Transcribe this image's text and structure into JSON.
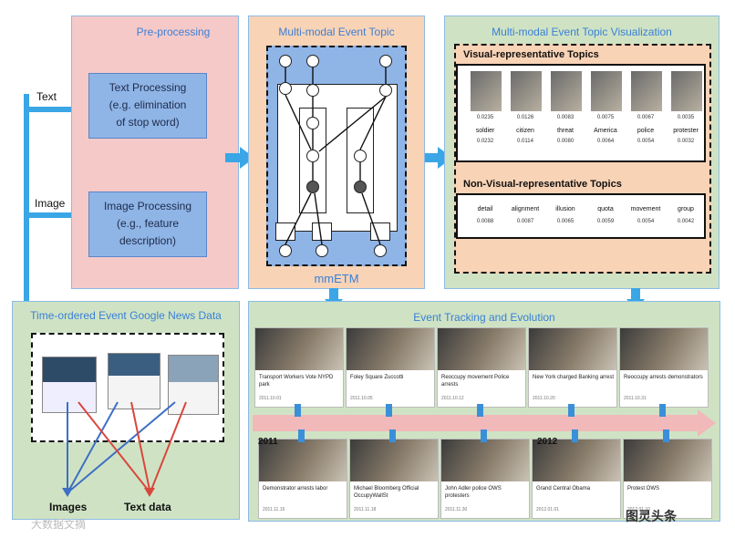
{
  "side_labels": {
    "text": "Text",
    "image": "Image"
  },
  "preprocessing": {
    "title": "Pre-processing",
    "text_box": [
      "Text Processing",
      "(e.g. elimination",
      "of stop word)"
    ],
    "image_box": [
      "Image Processing",
      "(e.g., feature",
      "description)"
    ]
  },
  "model": {
    "title": "Multi-modal Event Topic",
    "caption": "mmETM"
  },
  "visualization": {
    "title": "Multi-modal Event Topic Visualization",
    "visual_heading": "Visual-representative Topics",
    "visual_topics": [
      {
        "value": "0.0235",
        "word": "soldier",
        "value2": "0.0232"
      },
      {
        "value": "0.0126",
        "word": "citizen",
        "value2": "0.0114"
      },
      {
        "value": "0.0083",
        "word": "threat",
        "value2": "0.0080"
      },
      {
        "value": "0.0075",
        "word": "America",
        "value2": "0.0064"
      },
      {
        "value": "0.0067",
        "word": "police",
        "value2": "0.0054"
      },
      {
        "value": "0.0035",
        "word": "protester",
        "value2": "0.0032"
      }
    ],
    "nonvisual_heading": "Non-Visual-representative Topics",
    "nonvisual_topics": [
      {
        "word": "detail",
        "value": "0.0088"
      },
      {
        "word": "alignment",
        "value": "0.0087"
      },
      {
        "word": "illusion",
        "value": "0.0065"
      },
      {
        "word": "quota",
        "value": "0.0059"
      },
      {
        "word": "movement",
        "value": "0.0054"
      },
      {
        "word": "group",
        "value": "0.0042"
      }
    ]
  },
  "data_source": {
    "title": "Time-ordered Event Google News Data",
    "images_label": "Images",
    "text_label": "Text data"
  },
  "tracking": {
    "title": "Event Tracking and Evolution",
    "top_events": [
      {
        "text": "Transport Workers Vote NYPD park",
        "date": "2011.10.01"
      },
      {
        "text": "Foley Square Zuccotti",
        "date": "2011.10.05"
      },
      {
        "text": "Reoccupy movement Police arrests",
        "date": "2011.10.12"
      },
      {
        "text": "New York charged Banking arrest",
        "date": "2011.10.20"
      },
      {
        "text": "Reoccupy arrests demonstrators",
        "date": "2011.10.31"
      }
    ],
    "bottom_events": [
      {
        "text": "Demonstrator arrests labor",
        "date": "2011.11.15"
      },
      {
        "text": "Michael Bloomberg Official OccupyWallSt",
        "date": "2011.11.18"
      },
      {
        "text": "John Adler police OWS protesters",
        "date": "2011.11.30"
      },
      {
        "text": "Grand Central Obama",
        "date": "2012.01.01"
      },
      {
        "text": "Protest OWS",
        "date": "2012.01.10"
      }
    ],
    "year_left": "2011",
    "year_right": "2012"
  },
  "watermark": {
    "left": "大数据文摘",
    "right": "图灵头条"
  },
  "colors": {
    "pink_panel": "#f6c9c9",
    "orange_panel": "#f9d3b6",
    "green_panel": "#cfe3c4",
    "blue_arrow": "#3aa6e6",
    "timeline": "#f1b9b9"
  }
}
